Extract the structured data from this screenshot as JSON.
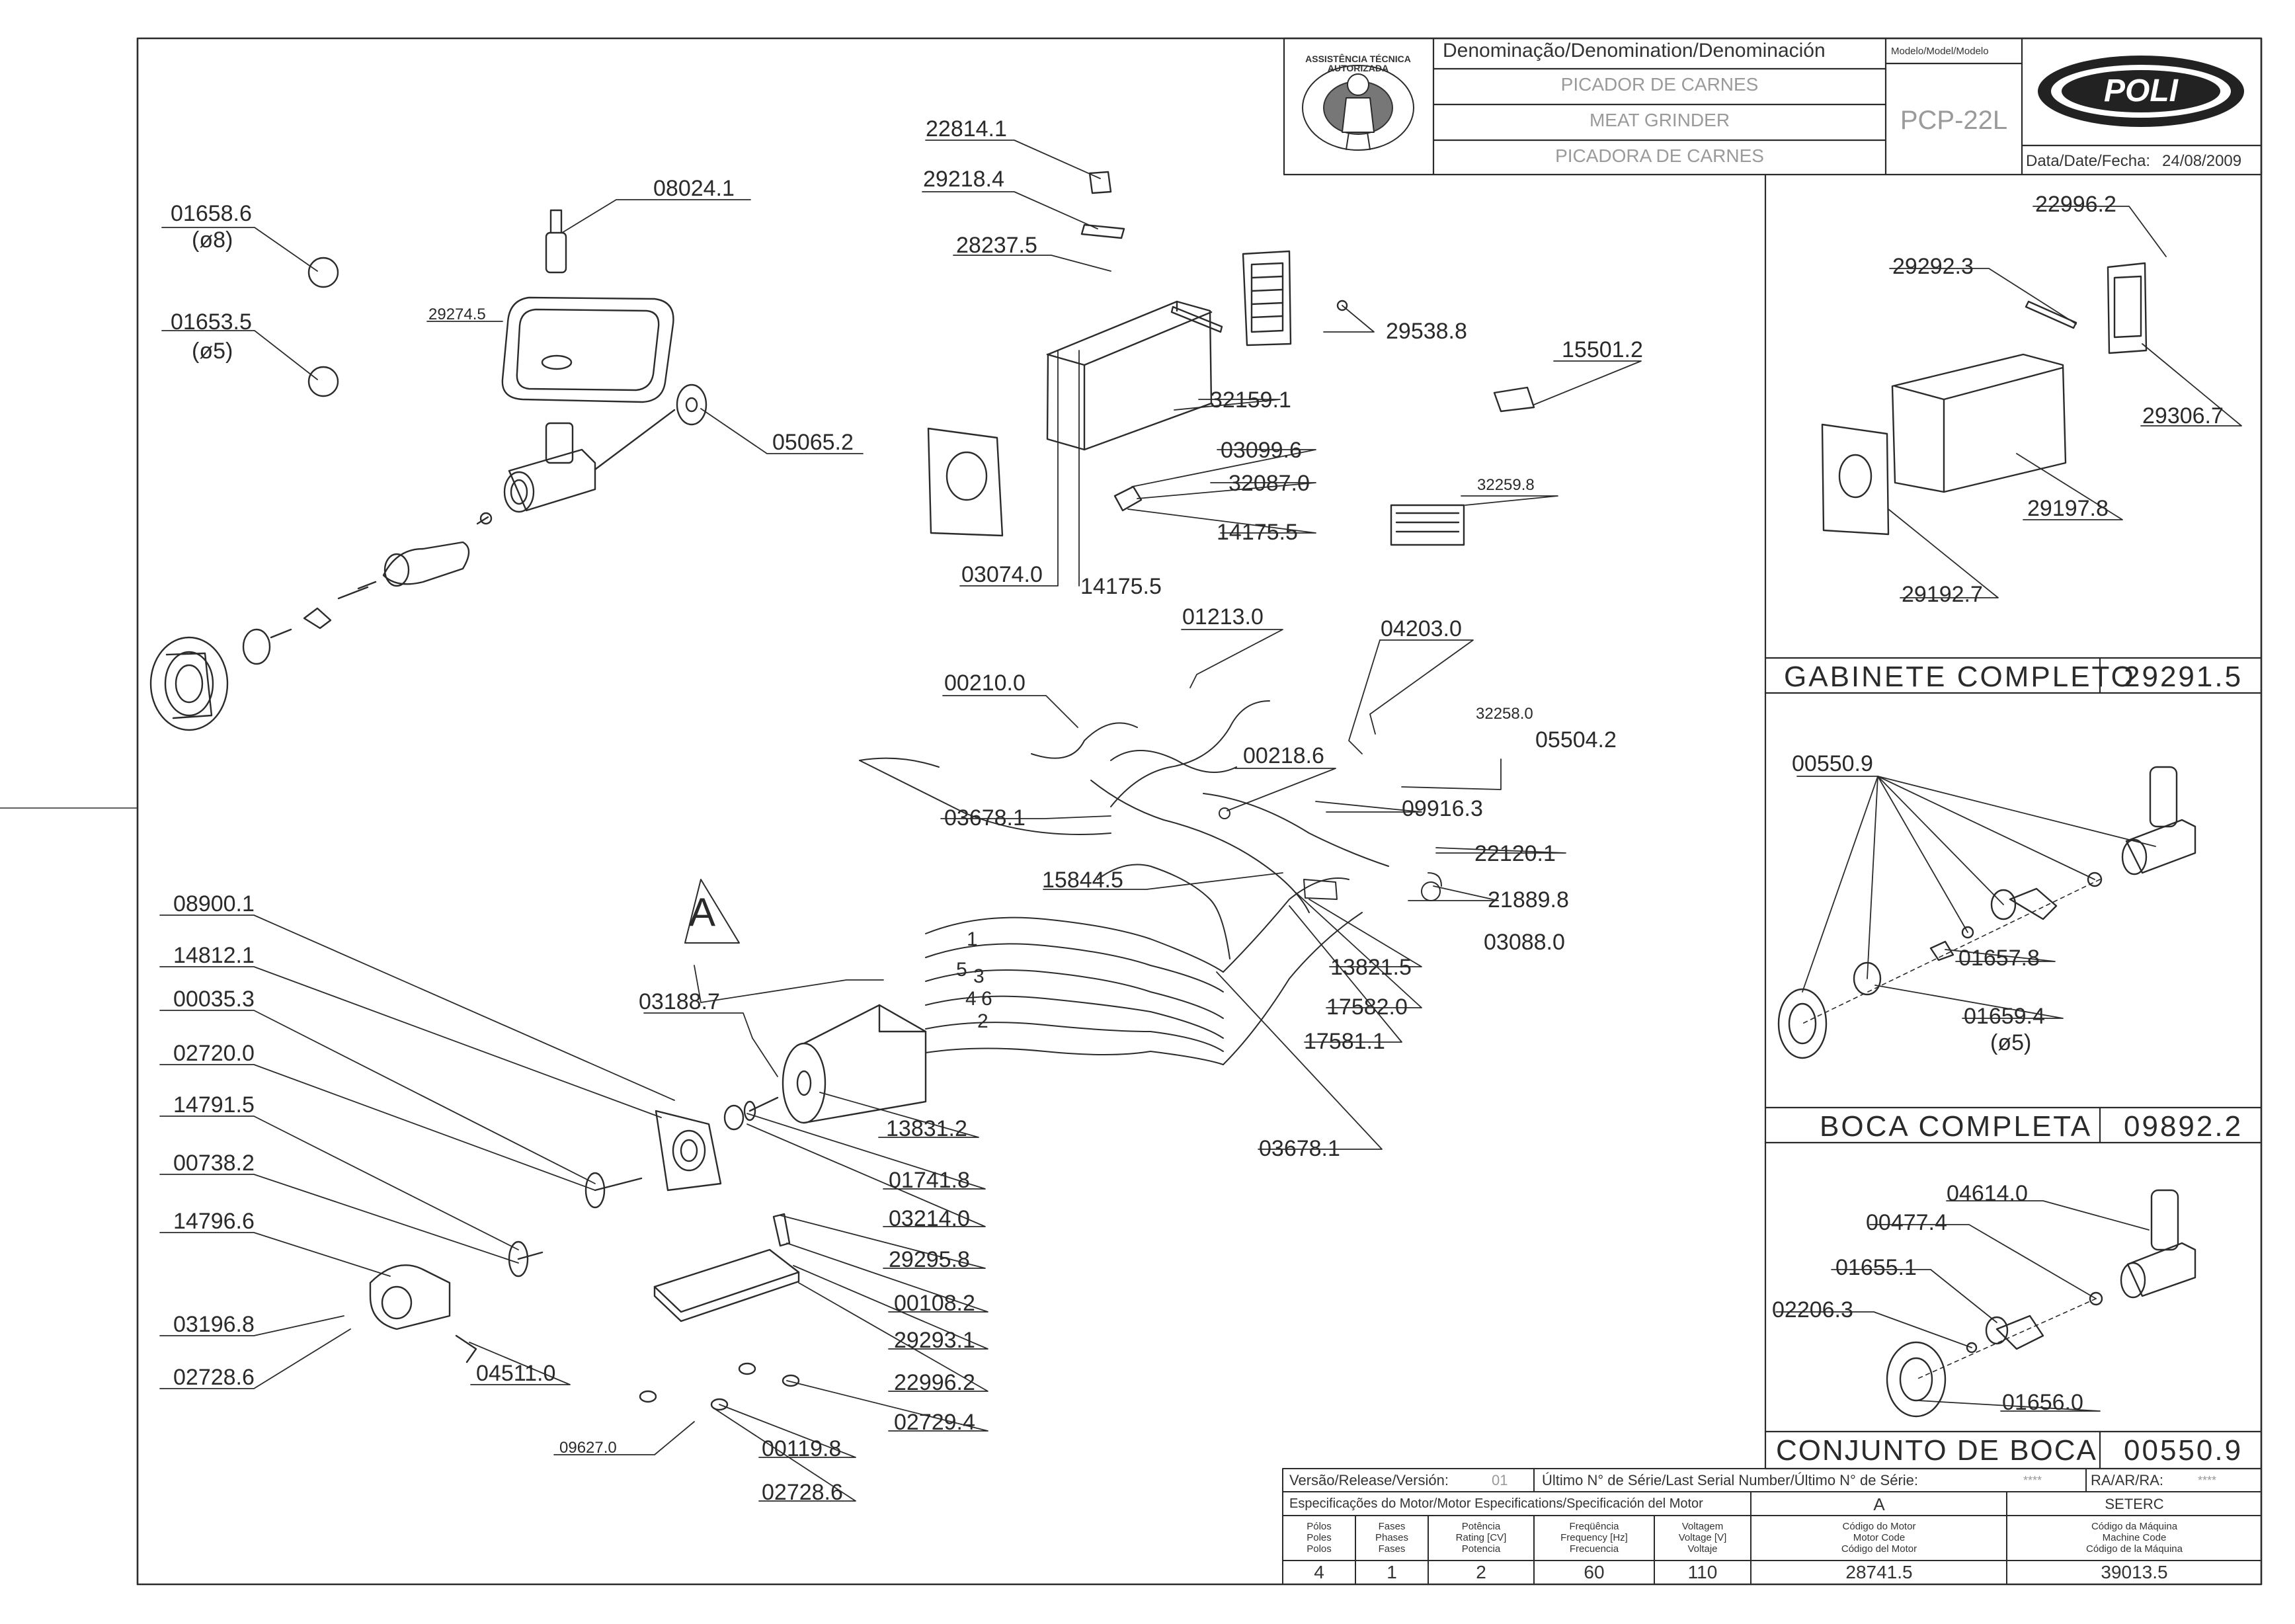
{
  "title_block": {
    "denomination_header": "Denominação/Denomination/Denominación",
    "name_pt": "PICADOR DE CARNES",
    "name_en": "MEAT GRINDER",
    "name_es": "PICADORA DE CARNES",
    "model_header": "Modelo/Model/Modelo",
    "model": "PCP-22L",
    "brand": "POLI",
    "date_label": "Data/Date/Fecha:",
    "date": "24/08/2009",
    "seal_text": "ASSISTÊNCIA TÉCNICA AUTORIZADA"
  },
  "main_parts": {
    "p08024_1": "08024.1",
    "p01658_6": "01658.6",
    "p01658_6_size": "(ø8)",
    "p01653_5": "01653.5",
    "p01653_5_size": "(ø5)",
    "p29274_5": "29274.5",
    "p05065_2": "05065.2",
    "p22814_1": "22814.1",
    "p29218_4": "29218.4",
    "p28237_5": "28237.5",
    "p29538_8": "29538.8",
    "p15501_2": "15501.2",
    "p32159_1": "32159.1",
    "p03099_6": "03099.6",
    "p32087_0": "32087.0",
    "p32259_8": "32259.8",
    "p14175_5a": "14175.5",
    "p03074_0": "03074.0",
    "p14175_5b": "14175.5",
    "p01213_0": "01213.0",
    "p04203_0": "04203.0",
    "p00210_0": "00210.0",
    "p32258_0": "32258.0",
    "p00218_6": "00218.6",
    "p05504_2": "05504.2",
    "p09916_3": "09916.3",
    "p03678_1a": "03678.1",
    "p22120_1": "22120.1",
    "p15844_5": "15844.5",
    "p21889_8": "21889.8",
    "p13821_5": "13821.5",
    "p03088_0": "03088.0",
    "p17582_0": "17582.0",
    "p17581_1": "17581.1",
    "p03678_1b": "03678.1",
    "letter_A": "A",
    "p08900_1": "08900.1",
    "p14812_1": "14812.1",
    "p00035_3": "00035.3",
    "p02720_0": "02720.0",
    "p14791_5": "14791.5",
    "p00738_2": "00738.2",
    "p14796_6": "14796.6",
    "p03196_8": "03196.8",
    "p02728_6a": "02728.6",
    "p04511_0": "04511.0",
    "p03188_7": "03188.7",
    "p13831_2": "13831.2",
    "p01741_8": "01741.8",
    "p03214_0": "03214.0",
    "p29295_8": "29295.8",
    "p00108_2": "00108.2",
    "p29293_1": "29293.1",
    "p22996_2": "22996.2",
    "p02729_4": "02729.4",
    "p09627_0": "09627.0",
    "p00119_8": "00119.8",
    "p02728_6b": "02728.6",
    "wire_1": "1",
    "wire_5": "5",
    "wire_3": "3",
    "wire_4": "4",
    "wire_6": "6",
    "wire_2": "2"
  },
  "gabinete": {
    "p22996_2": "22996.2",
    "p29292_3": "29292.3",
    "p29306_7": "29306.7",
    "p29197_8": "29197.8",
    "p29192_7": "29192.7",
    "title": "GABINETE  COMPLETO",
    "code": "29291.5"
  },
  "boca": {
    "p00550_9": "00550.9",
    "p01657_8": "01657.8",
    "p01659_4": "01659.4",
    "p01659_4_size": "(ø5)",
    "title": "BOCA  COMPLETA",
    "code": "09892.2"
  },
  "conjunto": {
    "p04614_0": "04614.0",
    "p00477_4": "00477.4",
    "p01655_1": "01655.1",
    "p02206_3": "02206.3",
    "p01656_0": "01656.0",
    "title": "CONJUNTO  DE  BOCA",
    "code": "00550.9"
  },
  "bottom_block": {
    "version_label": "Versão/Release/Versión:",
    "version": "01",
    "serial_label": "Último N° de Série/Last Serial Number/Último N° de Série:",
    "serial": "****",
    "ra_label": "RA/AR/RA:",
    "ra": "****",
    "motor_spec_label": "Especificações do Motor/Motor Especifications/Specificación del Motor",
    "motor_class": "A",
    "supplier": "SETERC",
    "poles_hdr": "Pólos\nPoles\nPolos",
    "phases_hdr": "Fases\nPhases\nFases",
    "power_hdr": "Potência\nRating [CV]\nPotencia",
    "freq_hdr": "Freqüência\nFrequency [Hz]\nFrecuencia",
    "volt_hdr": "Voltagem\nVoltage [V]\nVoltaje",
    "motor_code_hdr": "Código do Motor\nMotor Code\nCódigo del Motor",
    "machine_code_hdr": "Código da Máquina\nMachine Code\nCódigo de la Máquina",
    "poles": "4",
    "phases": "1",
    "power": "2",
    "freq": "60",
    "volt": "110",
    "motor_code": "28741.5",
    "machine_code": "39013.5"
  }
}
